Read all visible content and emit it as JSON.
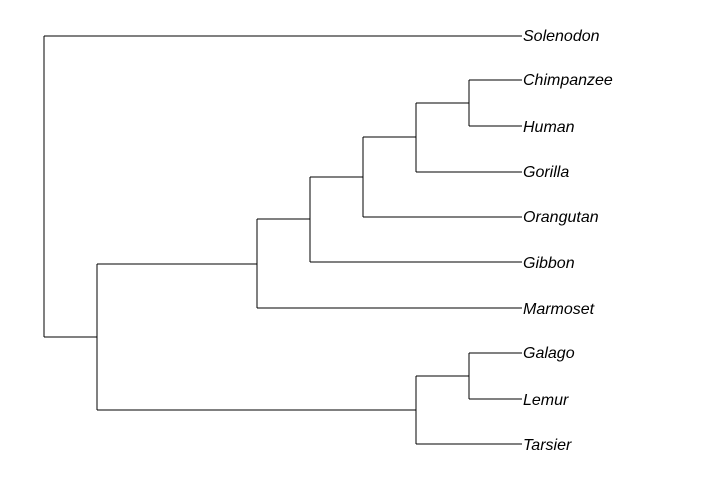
{
  "tree": {
    "taxa": [
      {
        "id": "solenodon",
        "label": "Solenodon"
      },
      {
        "id": "chimpanzee",
        "label": "Chimpanzee"
      },
      {
        "id": "human",
        "label": "Human"
      },
      {
        "id": "gorilla",
        "label": "Gorilla"
      },
      {
        "id": "orangutan",
        "label": "Orangutan"
      },
      {
        "id": "gibbon",
        "label": "Gibbon"
      },
      {
        "id": "marmoset",
        "label": "Marmoset"
      },
      {
        "id": "galago",
        "label": "Galago"
      },
      {
        "id": "lemur",
        "label": "Lemur"
      },
      {
        "id": "tarsier",
        "label": "Tarsier"
      }
    ],
    "topology": "(Solenodon,(((((((Chimpanzee,Human),Gorilla),Orangutan),Gibbon),Marmoset),((Galago,Lemur),Tarsier))))",
    "line_color": "#000000",
    "label_color": "#000000"
  }
}
